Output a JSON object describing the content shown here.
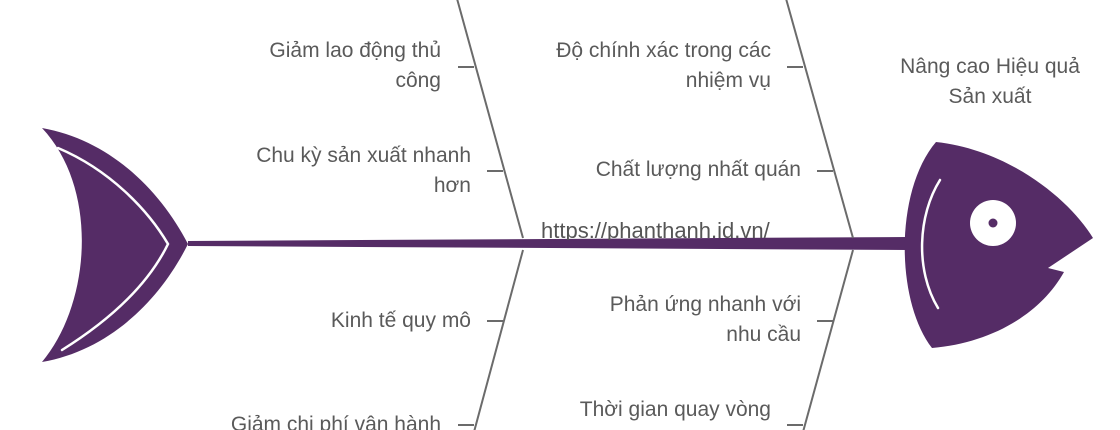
{
  "effect": "Nâng cao Hiệu quả\nSản xuất",
  "watermark": "https://phanthanh.id.vn/",
  "causes": {
    "top_left_1": "Giảm lao động thủ\ncông",
    "top_left_2": "Chu kỳ sản xuất nhanh\nhơn",
    "top_right_1": "Độ chính xác trong các\nnhiệm vụ",
    "top_right_2": "Chất lượng nhất quán",
    "bottom_left_1": "Kinh tế quy mô",
    "bottom_left_2": "Giảm chi phí vận hành",
    "bottom_right_1": "Phản ứng nhanh với\nnhu cầu",
    "bottom_right_2": "Thời gian quay vòng"
  },
  "colors": {
    "fish": "#552c66",
    "bones": "#6b6b6b",
    "text": "#5a5a5a"
  }
}
